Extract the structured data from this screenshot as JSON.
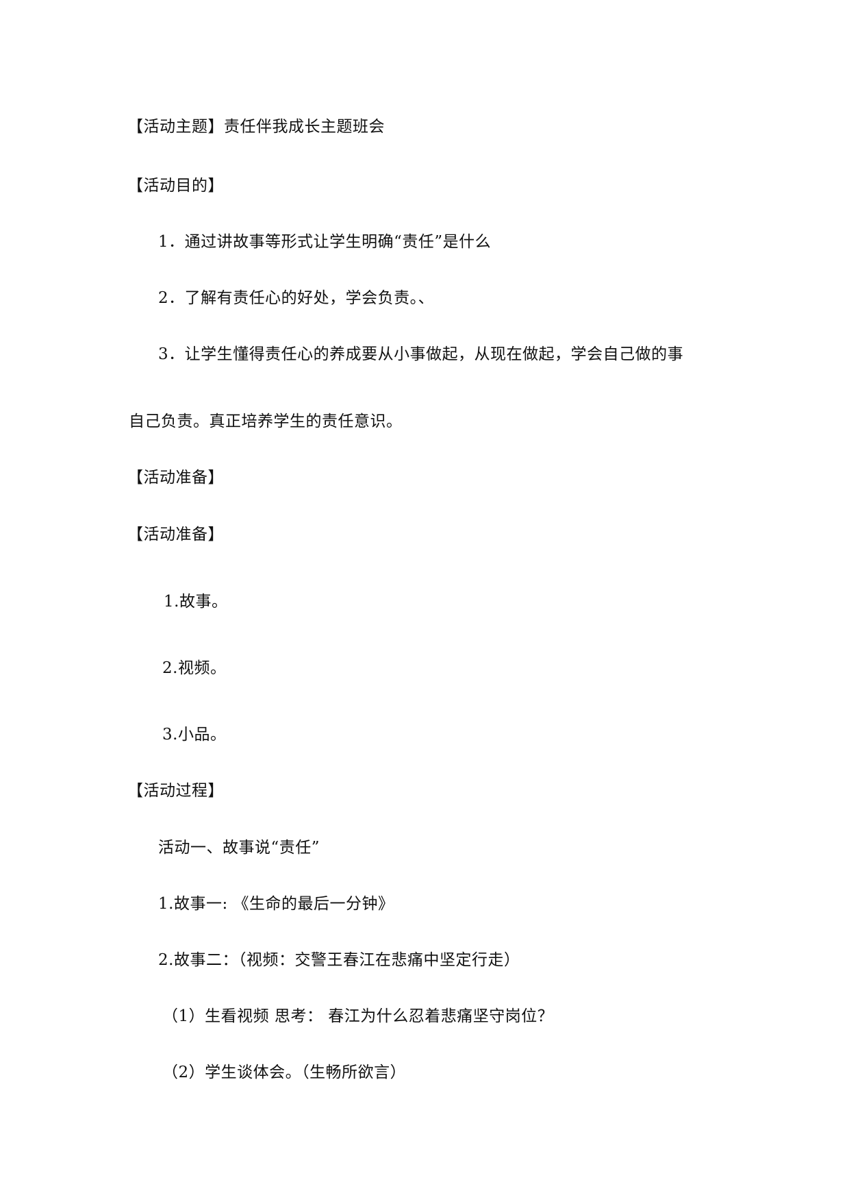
{
  "document": {
    "heading_theme": "【活动主题】责任伴我成长主题班会",
    "heading_purpose": "【活动目的】",
    "purpose_items": [
      "1．通过讲故事等形式让学生明确“责任”是什么",
      "2．了解有责任心的好处，学会负责。、",
      "3．让学生懂得责任心的养成要从小事做起，从现在做起，学会自己做的事",
      "自己负责。真正培养学生的责任意识。"
    ],
    "heading_prep_1": "【活动准备】",
    "heading_prep_2": "【活动准备】",
    "prep_items": [
      "1.故事。",
      "2.视频。",
      "3.小品。"
    ],
    "heading_process": "【活动过程】",
    "process_items": [
      "活动一、故事说“责任”",
      "1.故事一: 《生命的最后一分钟》",
      "2.故事二：（视频：交警王春江在悲痛中坚定行走）",
      "（1）生看视频 思考： 春江为什么忍着悲痛坚守岗位？",
      "（2）学生谈体会。（生畅所欲言）"
    ]
  }
}
